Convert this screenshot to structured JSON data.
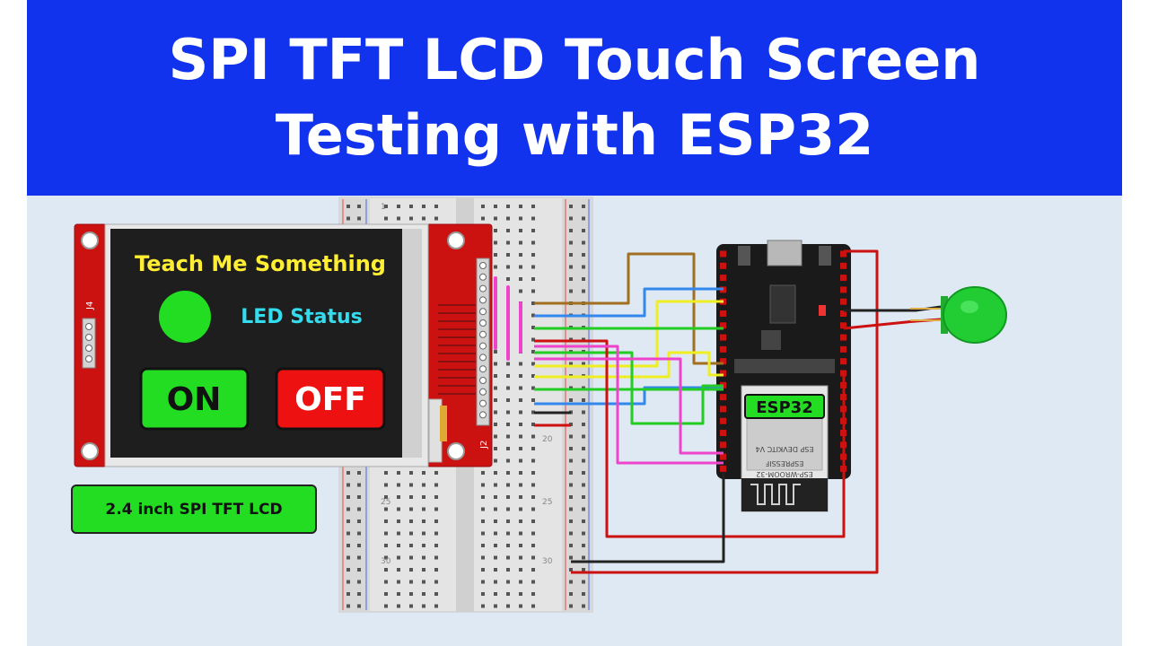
{
  "title": {
    "line1": "SPI TFT LCD Touch Screen",
    "line2": "Testing with ESP32"
  },
  "display": {
    "heading": "Teach Me Something",
    "led_label": "LED Status",
    "on_button": "ON",
    "off_button": "OFF",
    "header_left": "J4",
    "header_right": "J2"
  },
  "module_caption": "2.4 inch SPI TFT LCD",
  "esp32": {
    "label": "ESP32",
    "chip_lines": [
      "ESP DEVKITC V4",
      "ESPRESSIF",
      "ESP-WROOM-32"
    ]
  },
  "breadboard": {
    "row_numbers": [
      "1",
      "20",
      "25",
      "30"
    ]
  },
  "colors": {
    "banner": "#1133ee",
    "lcd_board": "#cc1111",
    "on_button": "#22dd22",
    "off_button": "#ee1111",
    "heading_text": "#ffee33",
    "led_label_text": "#33ddee",
    "led": "#22cc33",
    "esp_board": "#1a1a1a"
  }
}
